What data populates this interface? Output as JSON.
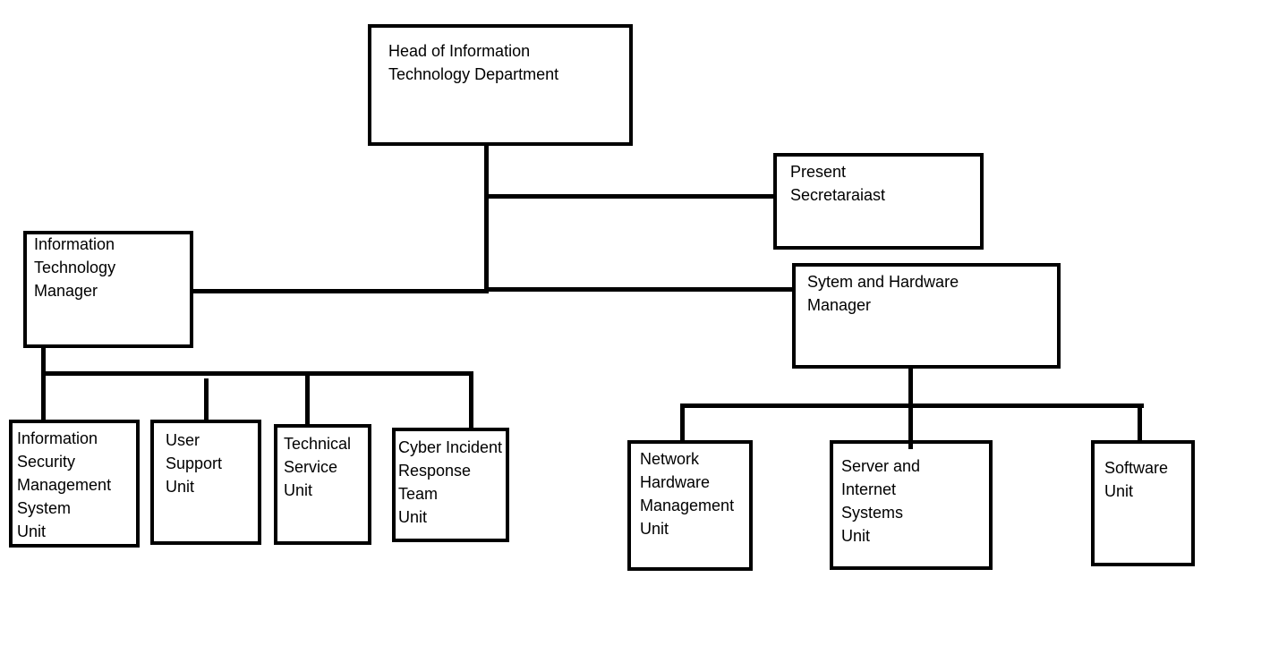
{
  "diagram": {
    "type": "org-chart",
    "line_color": "#000000",
    "box_border_color": "#000000",
    "background": "#ffffff",
    "nodes": {
      "head": {
        "lines": [
          "Head of Information",
          "Technology Department"
        ]
      },
      "secretariat": {
        "lines": [
          "Present",
          "Secretaraiast"
        ]
      },
      "it_manager": {
        "lines": [
          "Information",
          "Technology",
          "Manager"
        ]
      },
      "system_hw_manager": {
        "lines": [
          "Sytem and Hardware",
          "Manager"
        ]
      },
      "isms_unit": {
        "lines": [
          "Information",
          "Security",
          "Management",
          "System",
          "Unit"
        ]
      },
      "user_support_unit": {
        "lines": [
          "User",
          "Support",
          "Unit"
        ]
      },
      "technical_service_unit": {
        "lines": [
          "Technical",
          "Service",
          "Unit"
        ]
      },
      "cyber_incident_unit": {
        "lines": [
          "Cyber Incident",
          "Response",
          "Team",
          "Unit"
        ]
      },
      "network_hw_unit": {
        "lines": [
          "Network",
          "Hardware",
          "Management",
          "Unit"
        ]
      },
      "server_internet_unit": {
        "lines": [
          "Server and",
          "Internet",
          "Systems",
          "Unit"
        ]
      },
      "software_unit": {
        "lines": [
          "Software",
          "Unit"
        ]
      }
    },
    "edges": [
      {
        "from": "head",
        "to": "secretariat"
      },
      {
        "from": "head",
        "to": "it_manager"
      },
      {
        "from": "head",
        "to": "system_hw_manager"
      },
      {
        "from": "it_manager",
        "to": "isms_unit"
      },
      {
        "from": "it_manager",
        "to": "user_support_unit"
      },
      {
        "from": "it_manager",
        "to": "technical_service_unit"
      },
      {
        "from": "it_manager",
        "to": "cyber_incident_unit"
      },
      {
        "from": "system_hw_manager",
        "to": "network_hw_unit"
      },
      {
        "from": "system_hw_manager",
        "to": "server_internet_unit"
      },
      {
        "from": "system_hw_manager",
        "to": "software_unit"
      }
    ]
  }
}
